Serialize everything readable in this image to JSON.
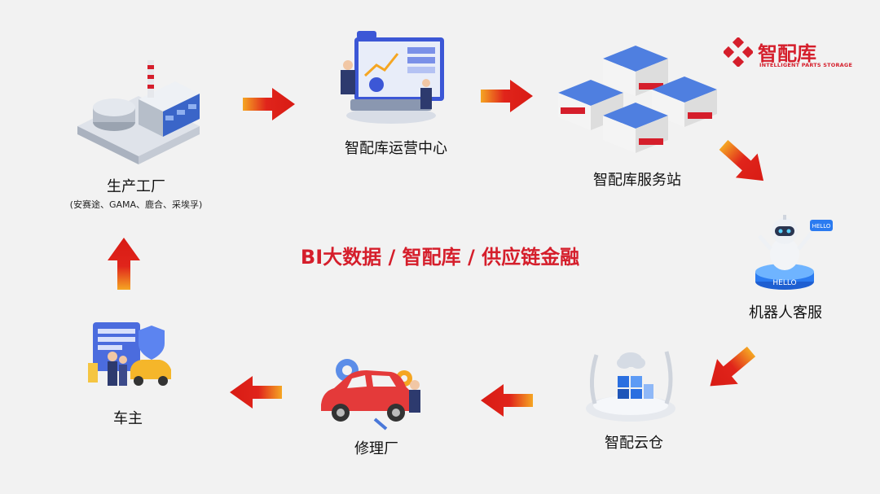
{
  "brand": {
    "name": "智配库",
    "tagline": "INTELLIGENT PARTS STORAGE",
    "color": "#d51e2b"
  },
  "center_text": "BI大数据 / 智配库 / 供应链金融",
  "nodes": {
    "factory": {
      "label": "生产工厂",
      "sublabel": "(安赛途、GAMA、鹿合、采埃孚)",
      "icon": "factory-icon"
    },
    "ops_center": {
      "label": "智配库运营中心",
      "icon": "dashboard-icon"
    },
    "service_station": {
      "label": "智配库服务站",
      "icon": "warehouse-icon"
    },
    "robot": {
      "label": "机器人客服",
      "icon": "robot-icon",
      "screen_text": "HELLO"
    },
    "cloud_warehouse": {
      "label": "智配云仓",
      "icon": "cloud-warehouse-icon"
    },
    "repair_shop": {
      "label": "修理厂",
      "icon": "car-repair-icon"
    },
    "car_owner": {
      "label": "车主",
      "icon": "car-owner-icon"
    }
  },
  "colors": {
    "arrow_main": "#e0241b",
    "arrow_tail": "#f5a623",
    "text": "#111111",
    "background": "#f2f2f2"
  }
}
